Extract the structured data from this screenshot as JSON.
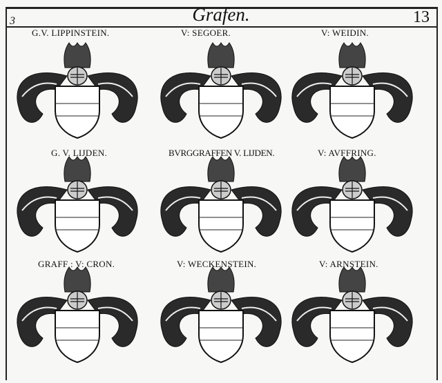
{
  "header": {
    "title": "Grafen.",
    "page_left": "3",
    "page_right": "13"
  },
  "coats": [
    {
      "label": "G.V. LIPPINSTEIN."
    },
    {
      "label": "V: SEGOER."
    },
    {
      "label": "V: WEIDIN."
    },
    {
      "label": "G. V. LIJDEN."
    },
    {
      "label": "BVRGGRAFFEN V. LIJDEN."
    },
    {
      "label": "V: AVFFRING."
    },
    {
      "label": "GRAFF : V: CRON."
    },
    {
      "label": "V: WECKENSTEIN."
    },
    {
      "label": "V: ARNSTEIN."
    }
  ]
}
